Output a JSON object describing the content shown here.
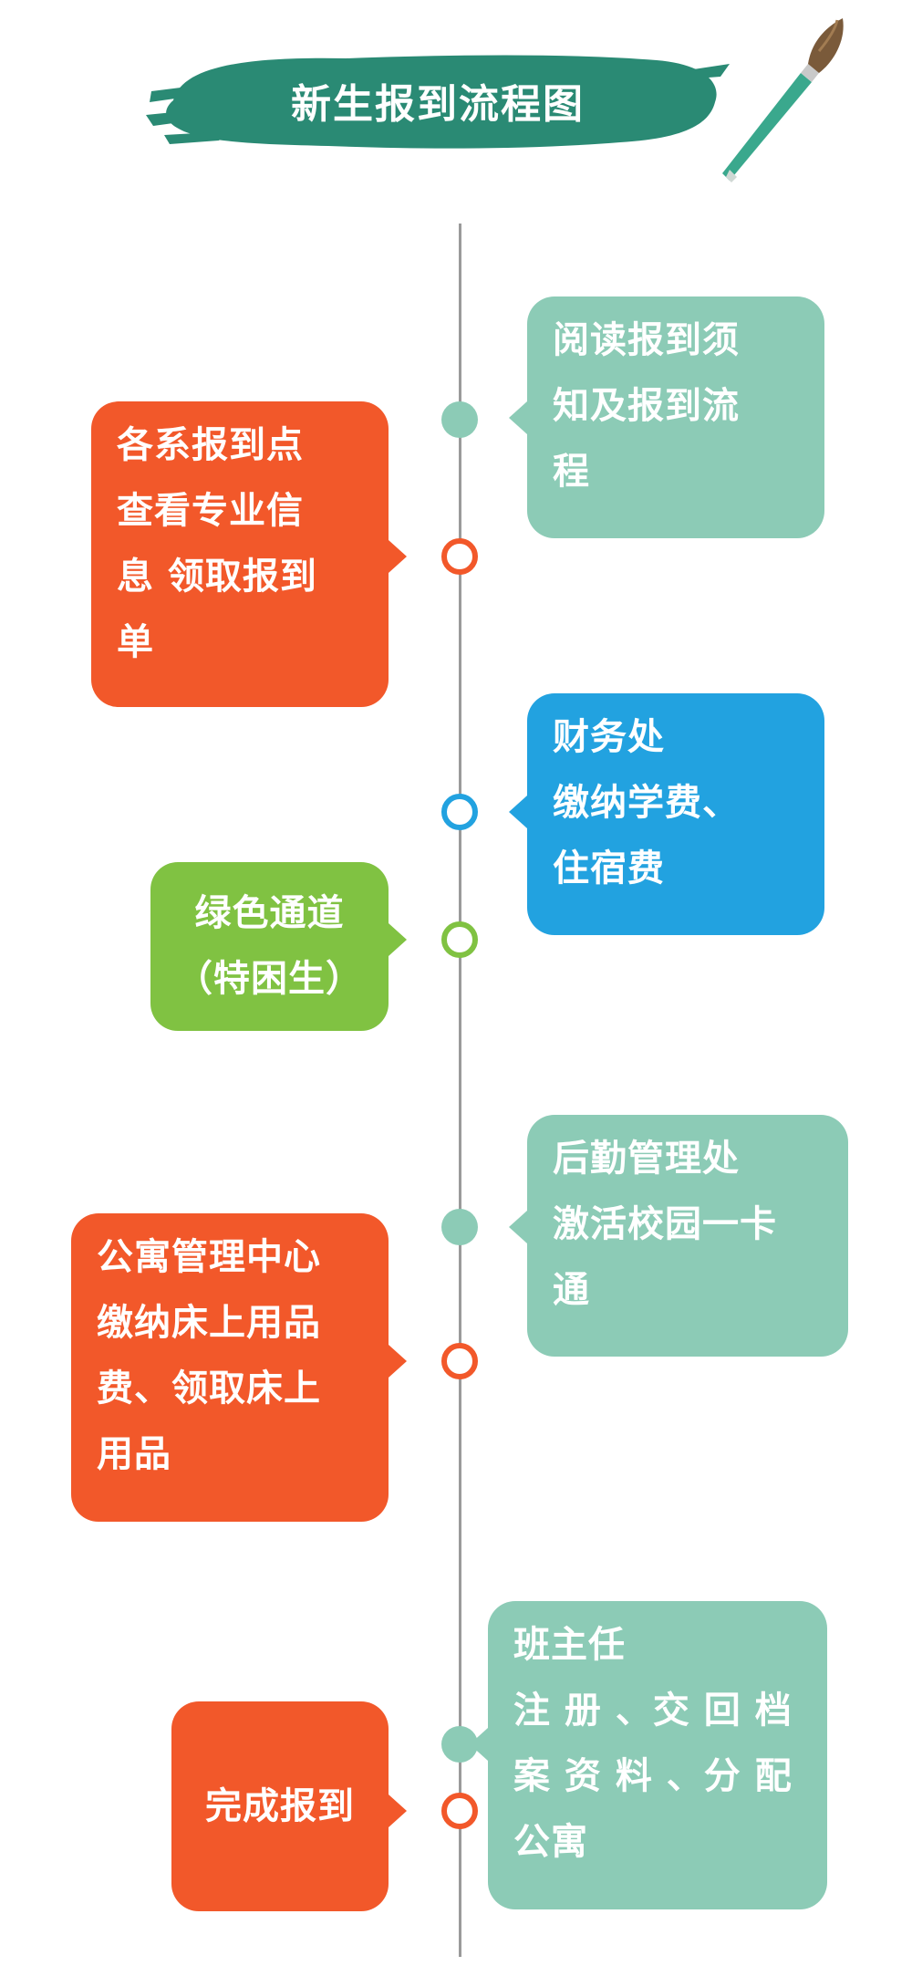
{
  "title": "新生报到流程图",
  "colors": {
    "teal_dark": "#2a8a74",
    "teal_light": "#8ccbb6",
    "orange": "#f2582a",
    "blue": "#22a2e0",
    "green": "#80c242",
    "axis": "#9a9a9a"
  },
  "steps": [
    {
      "lines": [
        "阅读报到须",
        "知及报到流",
        "程"
      ]
    },
    {
      "lines": [
        "各系报到点",
        "查看专业信",
        "息 领取报到",
        "单"
      ]
    },
    {
      "lines": [
        "财务处",
        "缴纳学费、",
        "住宿费"
      ]
    },
    {
      "lines": [
        "绿色通道",
        "（特困生）"
      ]
    },
    {
      "lines": [
        "后勤管理处",
        "激活校园一卡",
        "通"
      ]
    },
    {
      "lines": [
        "公寓管理中心",
        "缴纳床上用品",
        "费、领取床上",
        "用品"
      ]
    },
    {
      "lines": [
        "班主任",
        "注 册 、交 回 档",
        "案 资 料 、分 配",
        "公寓"
      ]
    },
    {
      "lines": [
        "完成报到"
      ]
    }
  ]
}
